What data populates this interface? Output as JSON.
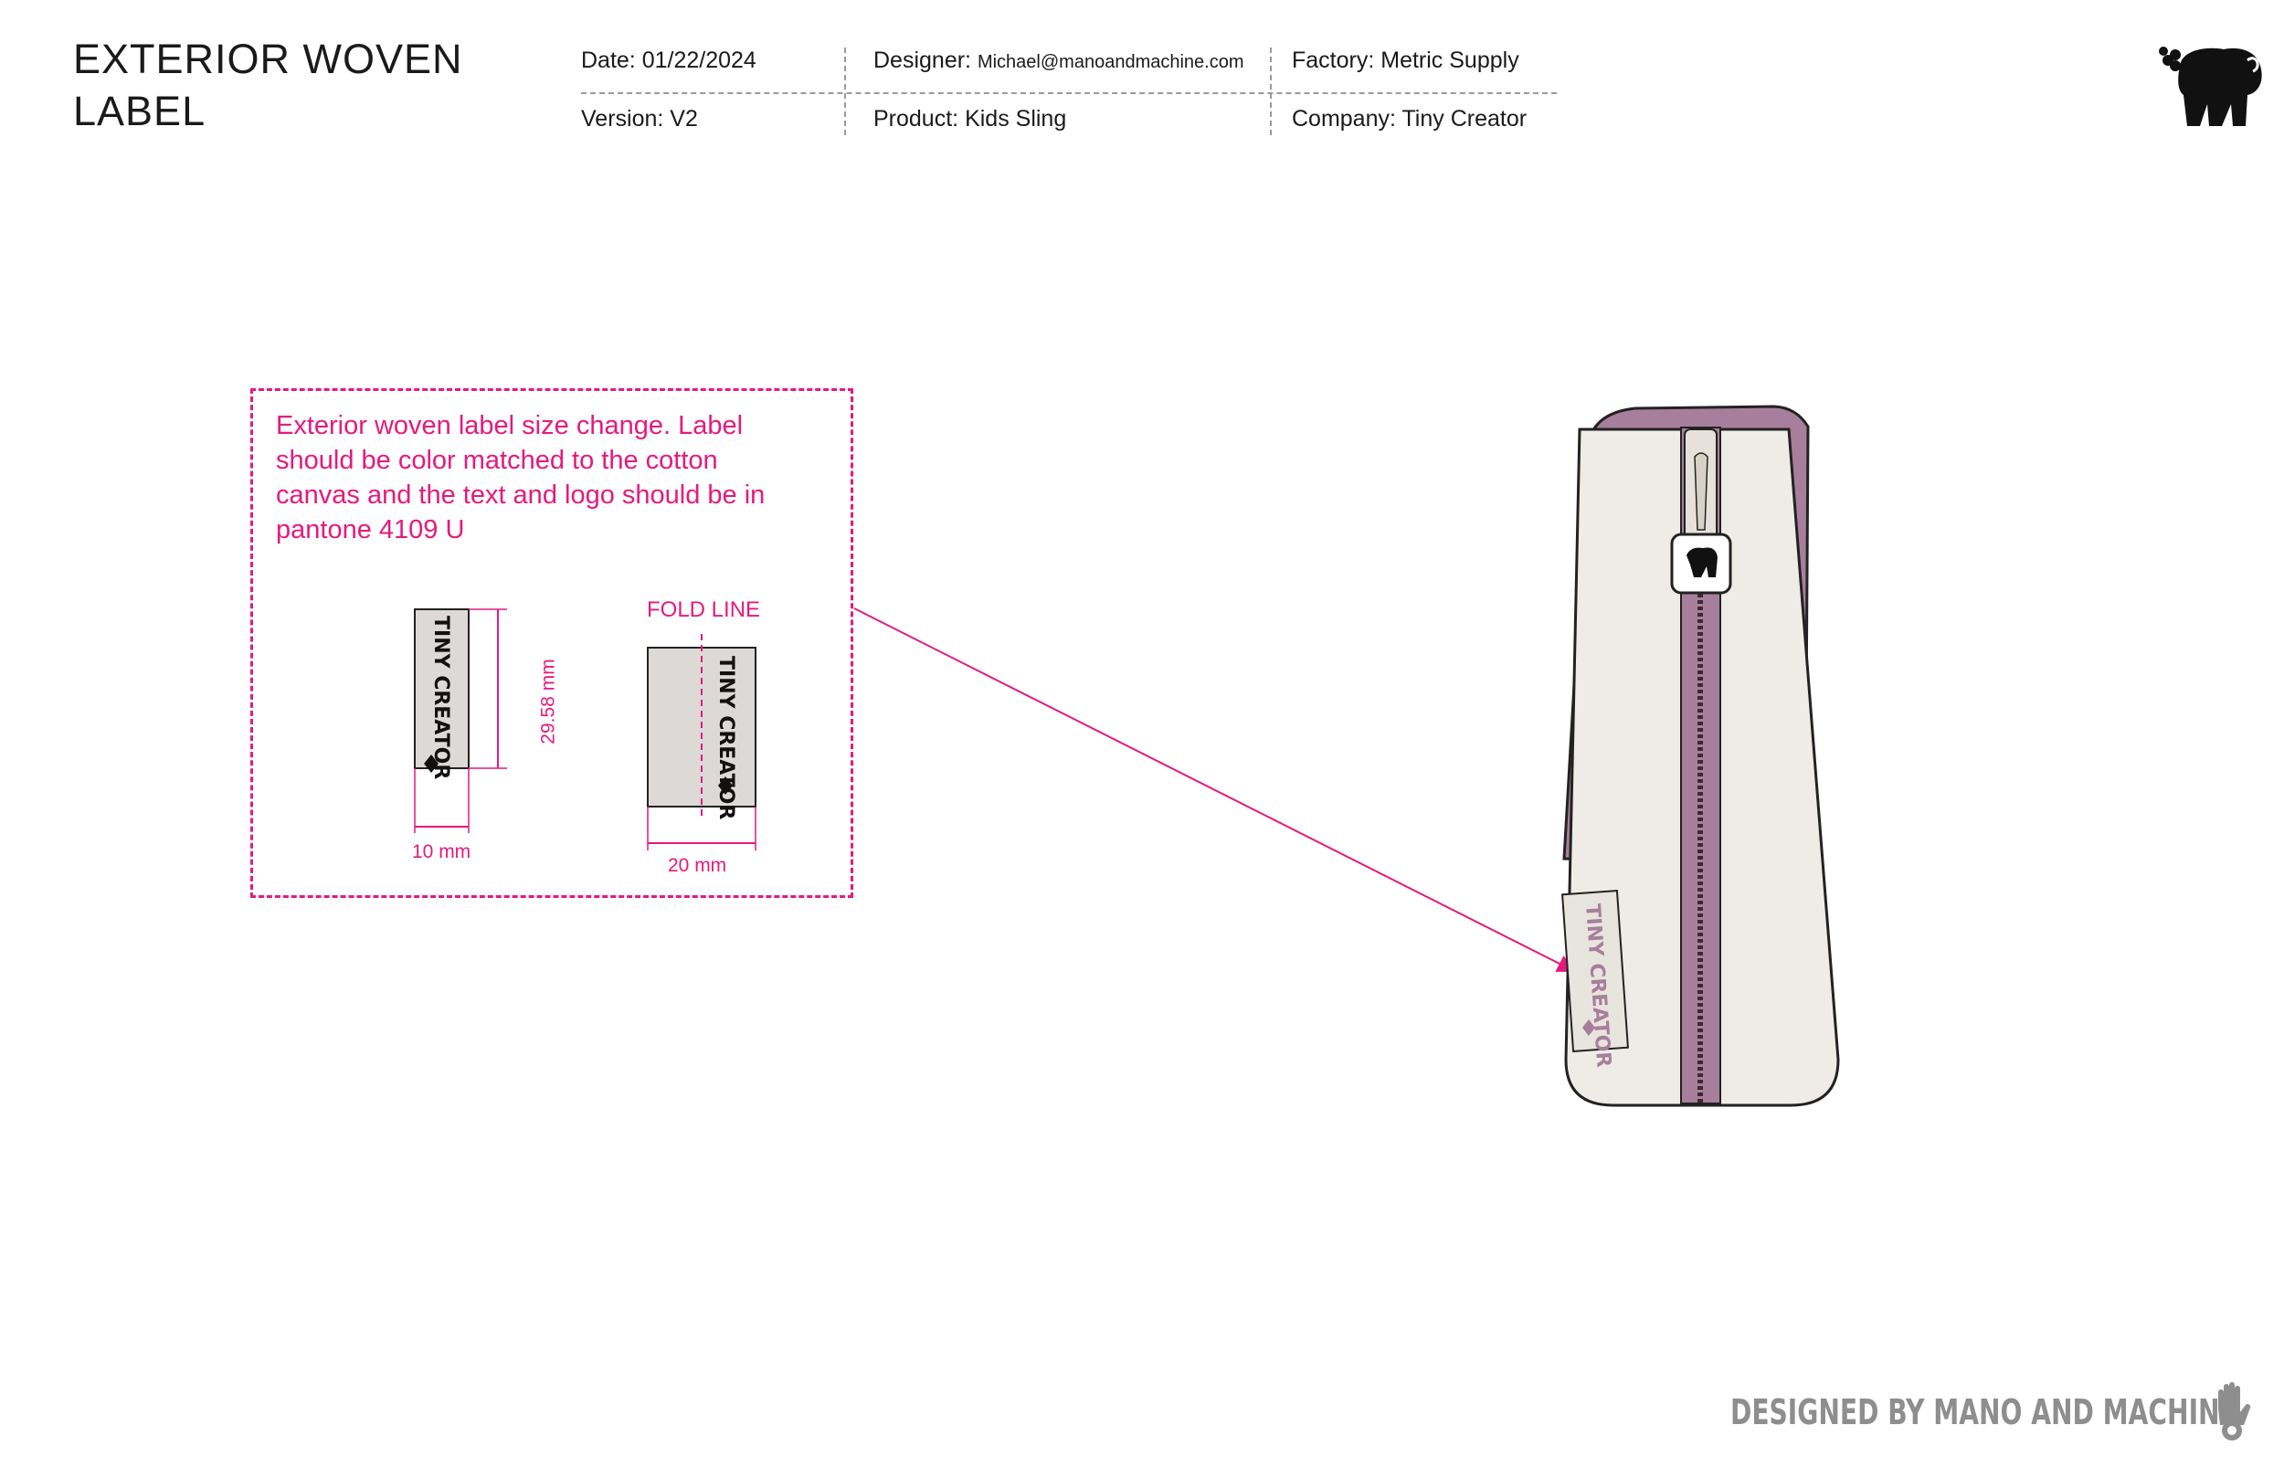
{
  "header": {
    "title": "EXTERIOR WOVEN LABEL",
    "date_label": "Date:",
    "date": "01/22/2024",
    "version_label": "Version:",
    "version": "V2",
    "designer_label": "Designer:",
    "designer": "Michael@manoandmachine.com",
    "product_label": "Product:",
    "product": "Kids Sling",
    "factory_label": "Factory:",
    "factory": "Metric Supply",
    "company_label": "Company:",
    "company": "Tiny Creator"
  },
  "callout": {
    "note": "Exterior woven label size change. Label should be color matched to the cotton canvas and  the text and logo should be in pantone 4109 U",
    "fold_line": "FOLD LINE",
    "height_dim": "29.58 mm",
    "width_small": "10 mm",
    "width_large": "20 mm",
    "label_text": "TINY CREATOR",
    "accent_color": "#e6197e"
  },
  "product_drawing": {
    "label_text": "TINY CREATOR",
    "canvas_color": "#efece7",
    "binding_color": "#a77f9c"
  },
  "footer": {
    "credit": "DESIGNED BY MANO AND MACHINE"
  }
}
